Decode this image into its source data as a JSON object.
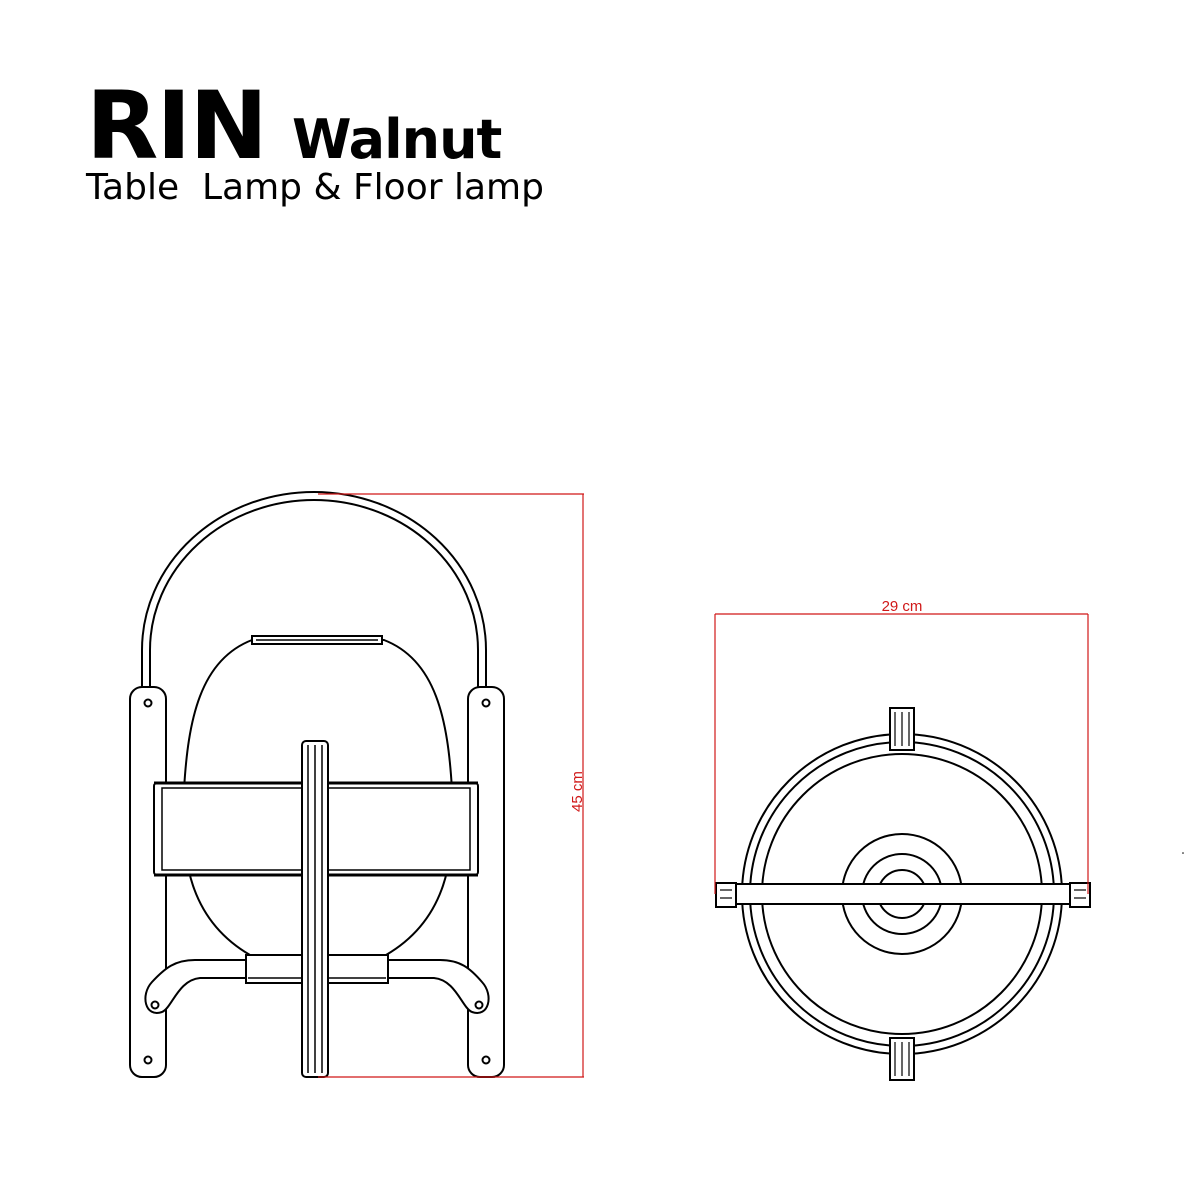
{
  "title": "RIN",
  "variant": "Walnut",
  "subtitle": "Table  Lamp & Floor lamp",
  "dimensions": {
    "height_label": "45 cm",
    "width_label": "29 cm"
  },
  "colors": {
    "line": "#000000",
    "dimension": "#d01818"
  }
}
